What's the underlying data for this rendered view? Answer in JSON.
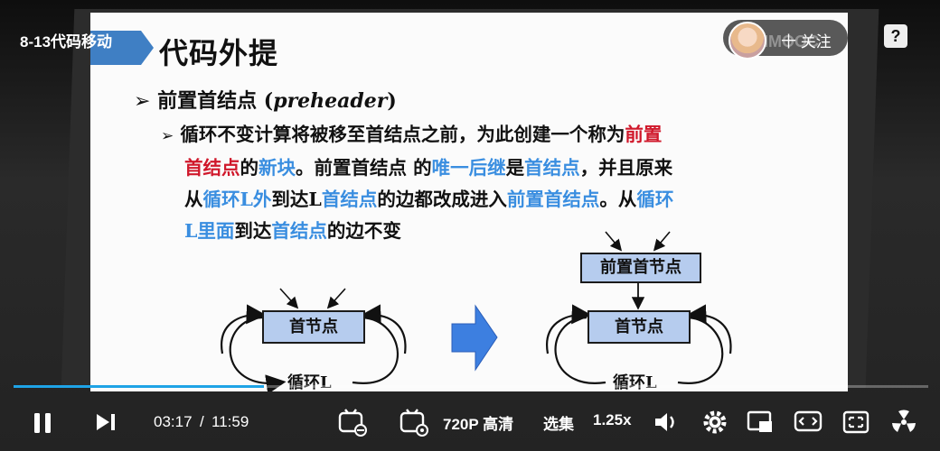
{
  "player": {
    "video_title": "8-13代码移动",
    "follow_label": "十 关注",
    "help_label": "?",
    "time_current": "03:17",
    "time_separator": "/",
    "time_total": "11:59",
    "progress_fraction": 0.274,
    "quality_label": "720P 高清",
    "episodes_label": "选集",
    "speed_label": "1.25x",
    "accent_color": "#1ea3e6"
  },
  "slide": {
    "title": "代码外提",
    "bullet1_cn": "前置首结点 (",
    "bullet1_en": "preheader",
    "bullet1_close": ")",
    "para": {
      "p1": "循环不变计算将被移至首结点之前，为此创建一个称为",
      "p2_red": "前置",
      "p3_red": "首结点",
      "p4": "的",
      "p5_blue": "新块",
      "p6": "。前置首结点 的",
      "p7_blue": "唯一后继",
      "p8": "是",
      "p9_blue": "首结点",
      "p10": "，并且原来",
      "p11": "从",
      "p12_blue": "循环L外",
      "p13": "到达L",
      "p14_blue": "首结点",
      "p15": "的边都改成进入",
      "p16_blue": "前置首结点",
      "p17": "。从",
      "p18_blue": "循环",
      "p19_blue": "L里面",
      "p20": "到达",
      "p21_blue": "首结点",
      "p22": "的边不变"
    },
    "diagram": {
      "left_header": "首节点",
      "left_loop": "循环L",
      "right_preheader": "前置首节点",
      "right_header": "首节点",
      "right_loop": "循环L"
    }
  },
  "watermark": "IMOOC"
}
